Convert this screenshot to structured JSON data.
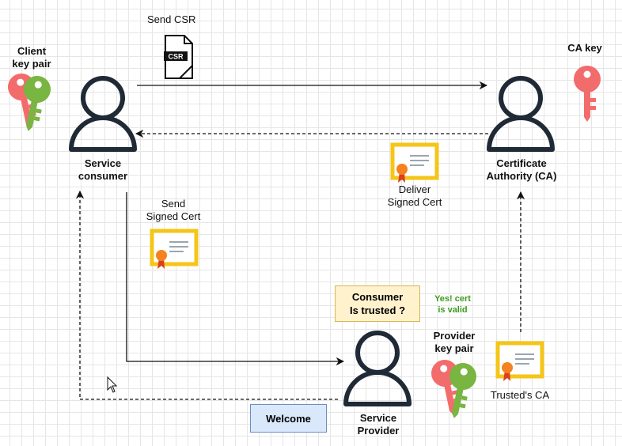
{
  "labels": {
    "send_csr": "Send CSR",
    "csr_doc": "CSR",
    "client_key_pair": "Client\nkey pair",
    "ca_key": "CA key",
    "service_consumer": "Service\nconsumer",
    "certificate_authority": "Certificate\nAuthority (CA)",
    "deliver_signed_cert": "Deliver\nSigned Cert",
    "send_signed_cert": "Send\nSigned Cert",
    "consumer_is_trusted": "Consumer\nIs trusted ?",
    "cert_valid": "Yes! cert\nis valid",
    "provider_key_pair": "Provider\nkey pair",
    "trusted_ca": "Trusted's CA",
    "welcome": "Welcome",
    "service_provider": "Service\nProvider"
  },
  "colors": {
    "person_stroke": "#1f2a36",
    "key_red": "#f26c6c",
    "key_green": "#78b541",
    "cert_gold": "#f5c518",
    "cert_ribbon": "#f5821f",
    "consumer_box_fill": "#fff2cc",
    "welcome_box_fill": "#dae8fc",
    "valid_text": "#3d9a1d"
  },
  "icons": [
    "person-icon",
    "key-icon",
    "certificate-icon",
    "csr-document-icon",
    "mouse-cursor-icon"
  ]
}
